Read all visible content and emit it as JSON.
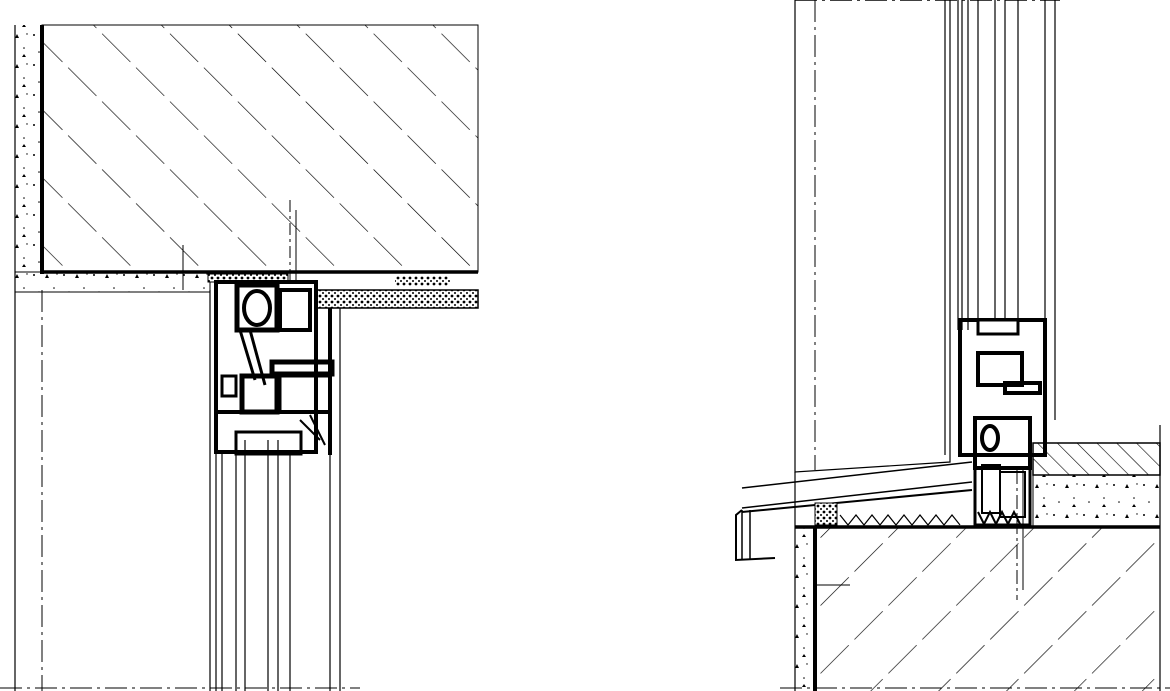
{
  "drawing": {
    "colors": {
      "line": "#000000",
      "background": "#ffffff"
    },
    "details": [
      {
        "id": "head-detail",
        "icon": "window-head-section"
      },
      {
        "id": "sill-detail",
        "icon": "window-sill-section"
      }
    ]
  }
}
